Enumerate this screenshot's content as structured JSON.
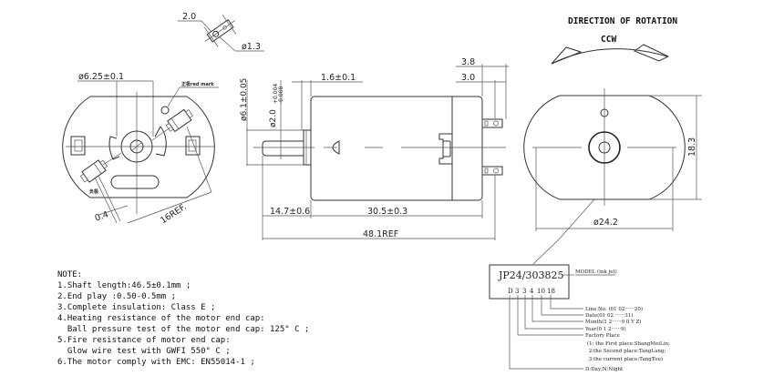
{
  "pin_detail": {
    "dim_width": "2.0",
    "dim_hole": "ø1.3"
  },
  "end_view_left": {
    "dim_bearing": "ø6.25±0.1",
    "red_mark_label": "正极red mark",
    "neg_label": "负极",
    "dim_terminal": "0.4",
    "dim_span": "16REF."
  },
  "side_view": {
    "dim_boss": "ø6.1±0.05",
    "dim_shaft": "ø2.0",
    "dim_shaft_tol_upper": "+0.004",
    "dim_shaft_tol_lower": "-0.008",
    "dim_boss_len": "1.6±0.1",
    "dim_terminal_outer": "3.8",
    "dim_terminal_inner": "3.0",
    "dim_shaft_len": "14.7±0.6",
    "dim_body_len": "30.5±0.3",
    "dim_total_len": "48.1REF"
  },
  "rotation": {
    "title": "DIRECTION OF ROTATION",
    "direction": "CCW"
  },
  "end_view_right": {
    "dim_height": "18.3",
    "dim_diameter": "ø24.2"
  },
  "notes": {
    "heading": "NOTE:",
    "lines": [
      "1.Shaft length:46.5±0.1mm ;",
      "2.End play :0.50-0.5mm ;",
      "3.Complete insulation: Class E ;",
      "4.Heating resistance of the motor end cap:",
      "  Ball pressure test of the motor end cap: 125° C ;",
      "5.Fire resistance of motor end cap:",
      "  Glow wire test with GWFI 550° C ;",
      "6.The motor comply with EMC: EN55014-1 ;"
    ]
  },
  "marking": {
    "model_code": "JP24/303825",
    "model_label": "MODEL (ink jet)",
    "code_chars": [
      "D",
      "3",
      "3",
      "4",
      "10",
      "18"
    ],
    "legend": [
      "Line No. (01 02······20)",
      "Date(01 02 ······31)",
      "Month(1 2······9 0 Y Z)",
      "Year(0 1 2······9)",
      "Factory Place",
      "(1: the First place:ShangMeiLin;",
      " 2:the Second place:TangLang;",
      " 3:the current place:TangTou)",
      "D:Day;N:Night"
    ]
  }
}
